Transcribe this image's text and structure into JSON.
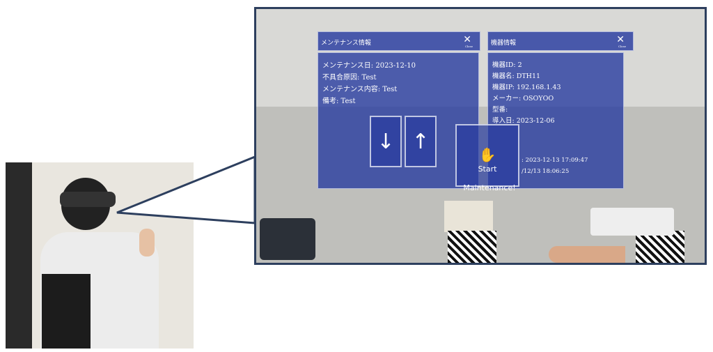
{
  "maintenance_panel": {
    "title": "メンテナンス情報",
    "close": "Close",
    "lines": [
      "メンテナンス日: 2023-12-10",
      "不具合原因: Test",
      "メンテナンス内容: Test",
      "備考: Test"
    ]
  },
  "device_panel": {
    "title": "機器情報",
    "close": "Close",
    "lines": [
      "機器ID: 2",
      "機器名: DTH11",
      "機器IP: 192.168.1.43",
      "メーカー: OSOYOO",
      "型番:",
      "導入日: 2023-12-06"
    ],
    "time1": ": 2023-12-13 17:09:47",
    "time2": "/12/13 18:06:25"
  },
  "buttons": {
    "down": "↓",
    "up": "↑",
    "start_icon": "✋",
    "start": "Start",
    "start2": "Maintenance!"
  }
}
